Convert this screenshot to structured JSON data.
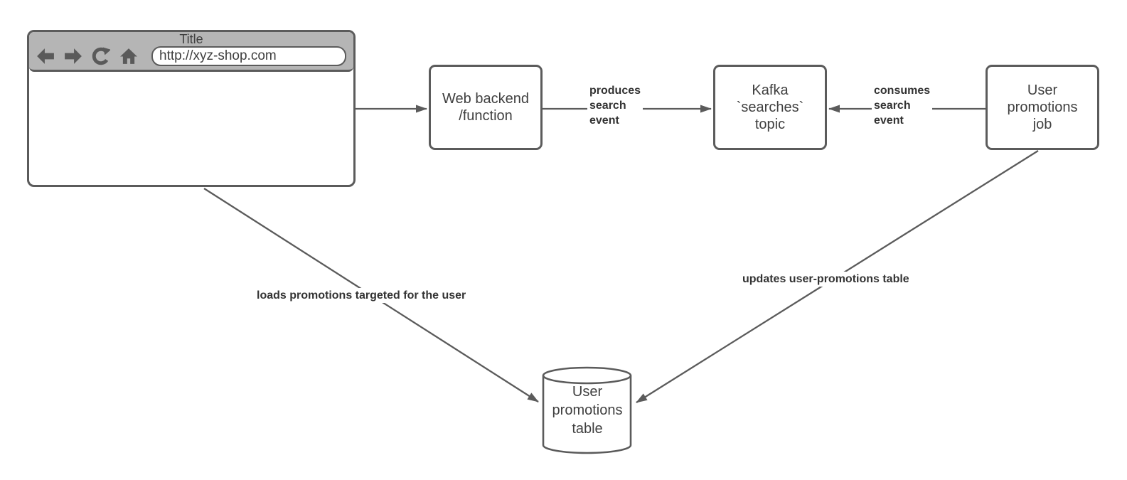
{
  "colors": {
    "stroke": "#5b5b5b",
    "node_text": "#3f3f3f",
    "edge_label_text": "#333333",
    "browser_header_fill": "#b5b5b5",
    "canvas_background": "#ffffff"
  },
  "browser": {
    "title": "Title",
    "url": "http://xyz-shop.com",
    "nav_icons": [
      "back-arrow-icon",
      "forward-arrow-icon",
      "refresh-icon",
      "home-icon"
    ]
  },
  "nodes": {
    "web_backend": {
      "lines": [
        "Web backend",
        "/function"
      ]
    },
    "kafka_topic": {
      "lines": [
        "Kafka",
        "`searches`",
        "topic"
      ]
    },
    "user_promotions_job": {
      "lines": [
        "User",
        "promotions",
        "job"
      ]
    },
    "user_promotions_table": {
      "lines": [
        "User",
        "promotions",
        "table"
      ]
    }
  },
  "edge_labels": {
    "produces": {
      "lines": [
        "produces",
        "search",
        "event"
      ]
    },
    "consumes": {
      "lines": [
        "consumes",
        "search",
        "event"
      ]
    },
    "loads": {
      "text": "loads promotions targeted for the user"
    },
    "updates": {
      "text": "updates user-promotions table"
    }
  }
}
